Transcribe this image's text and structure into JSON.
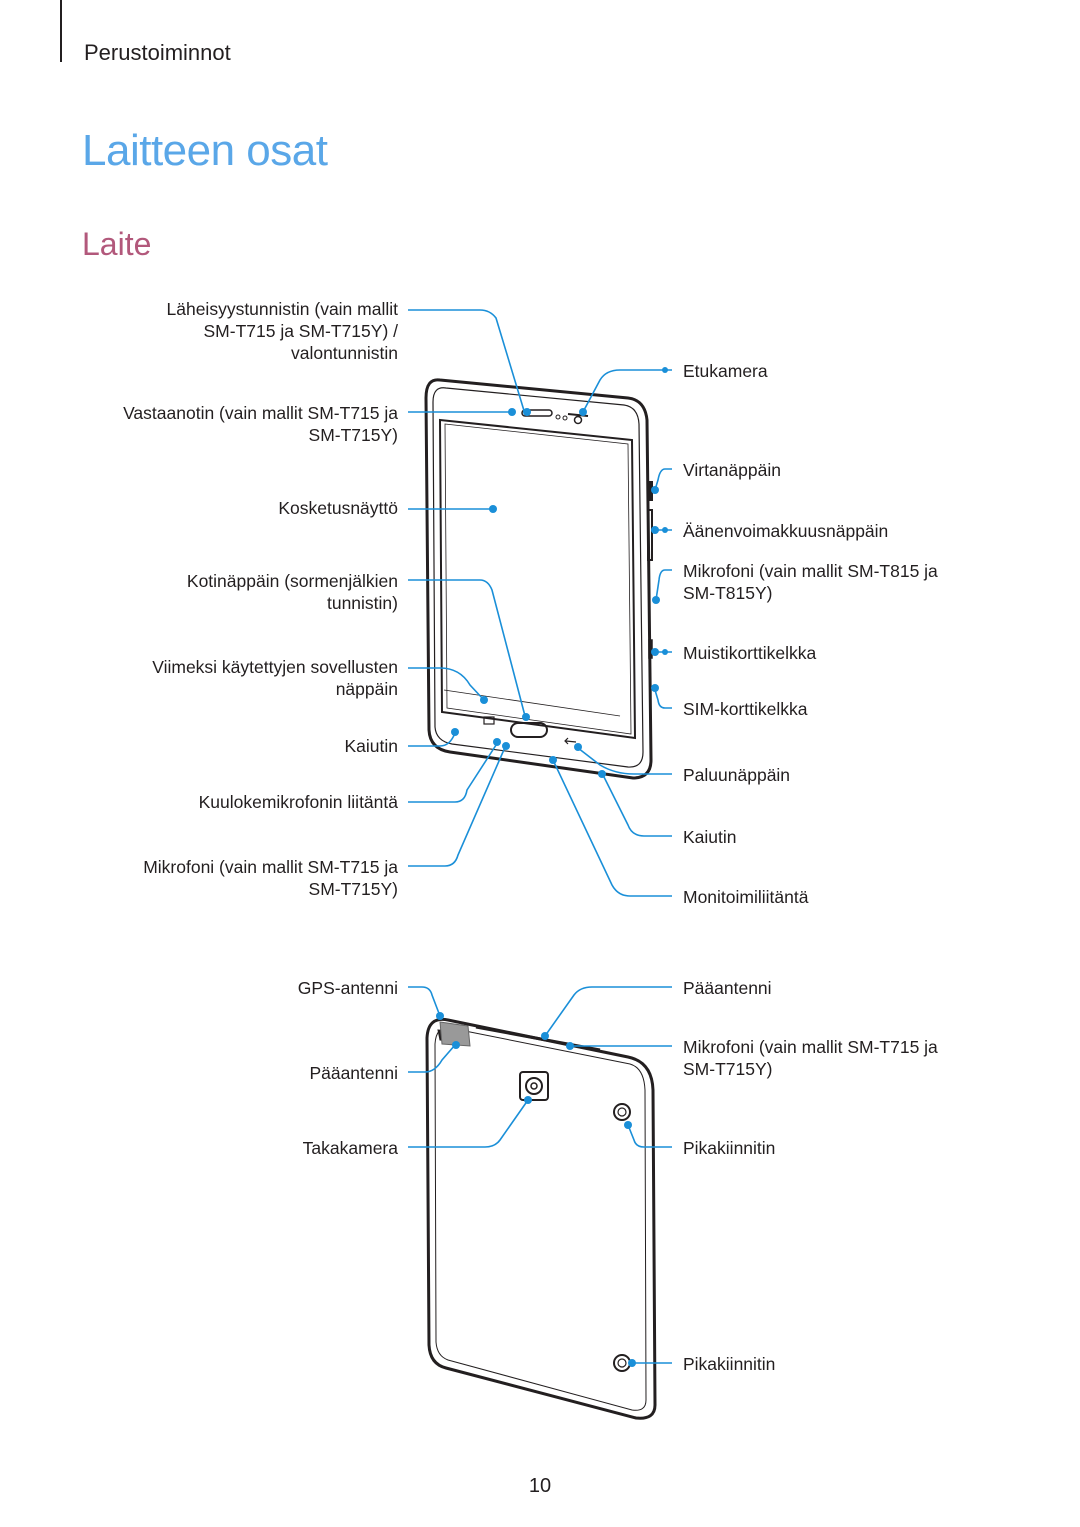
{
  "header": {
    "section": "Perustoiminnot"
  },
  "title": "Laitteen osat",
  "section_title": "Laite",
  "front_labels_left": [
    {
      "line1": "Läheisyystunnistin (vain mallit",
      "line2": "SM-T715 ja SM-T715Y) /",
      "line3": "valontunnistin"
    },
    {
      "line1": "Vastaanotin (vain mallit SM-T715 ja",
      "line2": "SM-T715Y)"
    },
    {
      "line1": "Kosketusnäyttö"
    },
    {
      "line1": "Kotinäppäin (sormenjälkien",
      "line2": "tunnistin)"
    },
    {
      "line1": "Viimeksi käytettyjen sovellusten",
      "line2": "näppäin"
    },
    {
      "line1": "Kaiutin"
    },
    {
      "line1": "Kuulokemikrofonin liitäntä"
    },
    {
      "line1": "Mikrofoni (vain mallit SM-T715 ja",
      "line2": "SM-T715Y)"
    }
  ],
  "front_labels_right": [
    {
      "line1": "Etukamera"
    },
    {
      "line1": "Virtanäppäin"
    },
    {
      "line1": "Äänenvoimakkuusnäppäin"
    },
    {
      "line1": "Mikrofoni (vain mallit SM-T815 ja",
      "line2": "SM-T815Y)"
    },
    {
      "line1": "Muistikorttikelkka"
    },
    {
      "line1": "SIM-korttikelkka"
    },
    {
      "line1": "Paluunäppäin"
    },
    {
      "line1": "Kaiutin"
    },
    {
      "line1": "Monitoimiliitäntä"
    }
  ],
  "back_labels_left": [
    {
      "line1": "GPS-antenni"
    },
    {
      "line1": "Pääantenni"
    },
    {
      "line1": "Takakamera"
    }
  ],
  "back_labels_right": [
    {
      "line1": "Pääantenni"
    },
    {
      "line1": "Mikrofoni (vain mallit SM-T715 ja",
      "line2": "SM-T715Y)"
    },
    {
      "line1": "Pikakiinnitin"
    },
    {
      "line1": "Pikakiinnitin"
    }
  ],
  "page_number": "10",
  "colors": {
    "title": "#5aa7e8",
    "section": "#b2587b",
    "callout": "#1a8fd8",
    "device": "#231f20"
  }
}
